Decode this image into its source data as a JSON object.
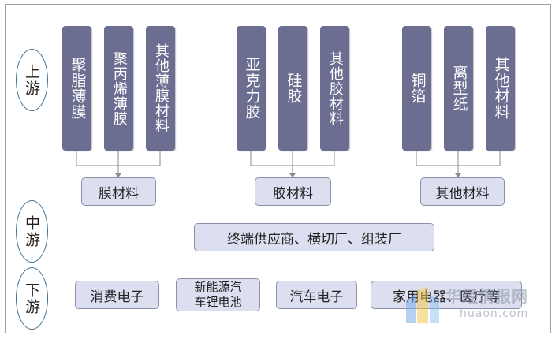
{
  "stages": {
    "upstream": "上游",
    "midstream": "中游",
    "downstream": "下游"
  },
  "upstream": {
    "film_group": {
      "items": [
        "聚脂薄膜",
        "聚丙烯薄膜",
        "其他薄膜材料"
      ],
      "label": "膜材料"
    },
    "adhesive_group": {
      "items": [
        "亚克力胶",
        "硅胶",
        "其他胶材料"
      ],
      "label": "胶材料"
    },
    "other_group": {
      "items": [
        "铜箔",
        "离型纸",
        "其他材料"
      ],
      "label": "其他材料"
    }
  },
  "midstream": {
    "label": "终端供应商、横切厂、组装厂"
  },
  "downstream": {
    "items": [
      "消费电子",
      "新能源汽车锂电池",
      "汽车电子",
      "家用电器、医疗等"
    ],
    "item2_line1": "新能源汽",
    "item2_line2": "车锂电池"
  },
  "watermark": {
    "cn": "华经情报网",
    "en": "huaon.com"
  },
  "colors": {
    "vertical_box": "#6b6e90",
    "horizontal_box": "#dcdfef",
    "stage_border": "#3f6e90"
  }
}
